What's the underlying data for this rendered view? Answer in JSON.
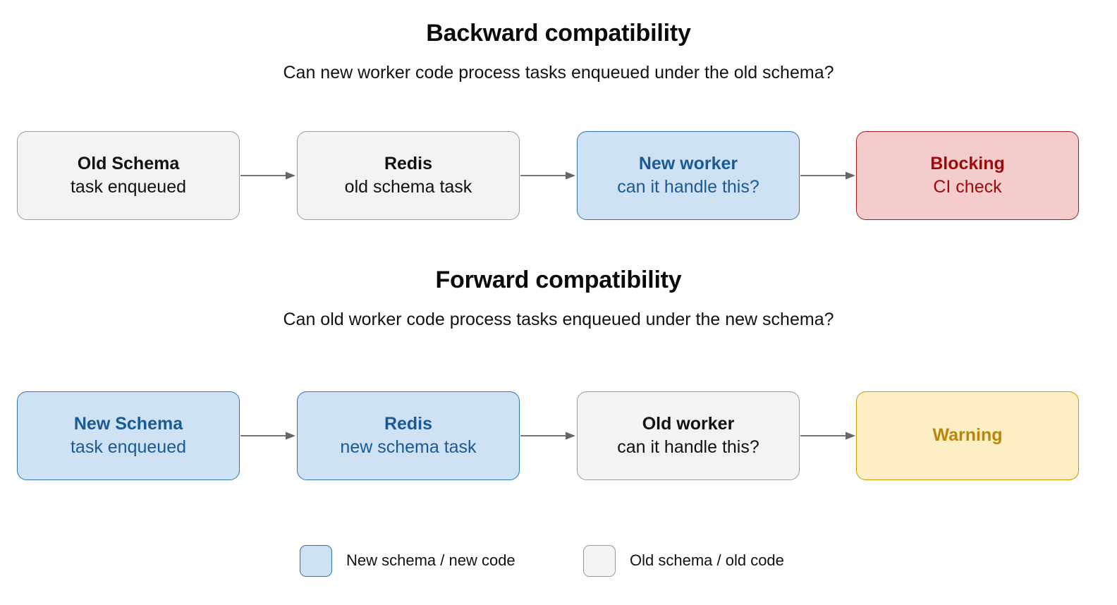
{
  "diagram": {
    "background": "#ffffff",
    "arrow_color": "#777777",
    "palette": {
      "grey_fill": "#f4f3f1",
      "grey_border": "#9b9b9b",
      "blue_fill": "#cfe2f3",
      "blue_border": "#2e75b6",
      "blue_text": "#1a5a94",
      "red_fill": "#f4cccc",
      "red_border": "#a61c1c",
      "red_text": "#9e0a0a",
      "yellow_fill": "#fdeec4",
      "yellow_border": "#c79a07",
      "yellow_text": "#b8860b"
    }
  },
  "sections": [
    {
      "id": "backward",
      "title": "Backward compatibility",
      "subtitle": "Can new worker code process tasks enqueued under the old schema?",
      "nodes": [
        {
          "title": "Old Schema",
          "subtitle": "task enqueued",
          "variant": "grey"
        },
        {
          "title": "Redis",
          "subtitle": "old schema task",
          "variant": "grey"
        },
        {
          "title": "New worker",
          "subtitle": "can it handle this?",
          "variant": "blue"
        },
        {
          "title": "Blocking",
          "subtitle": "CI check",
          "variant": "red"
        }
      ]
    },
    {
      "id": "forward",
      "title": "Forward compatibility",
      "subtitle": "Can old worker code process tasks enqueued under the new schema?",
      "nodes": [
        {
          "title": "New Schema",
          "subtitle": "task enqueued",
          "variant": "blue"
        },
        {
          "title": "Redis",
          "subtitle": "new schema task",
          "variant": "blue"
        },
        {
          "title": "Old worker",
          "subtitle": "can it handle this?",
          "variant": "grey"
        },
        {
          "title": "Warning",
          "subtitle": "",
          "variant": "yellow"
        }
      ]
    }
  ],
  "legend": {
    "items": [
      {
        "label": "New schema / new code",
        "variant": "blue"
      },
      {
        "label": "Old schema / old code",
        "variant": "grey"
      }
    ]
  }
}
